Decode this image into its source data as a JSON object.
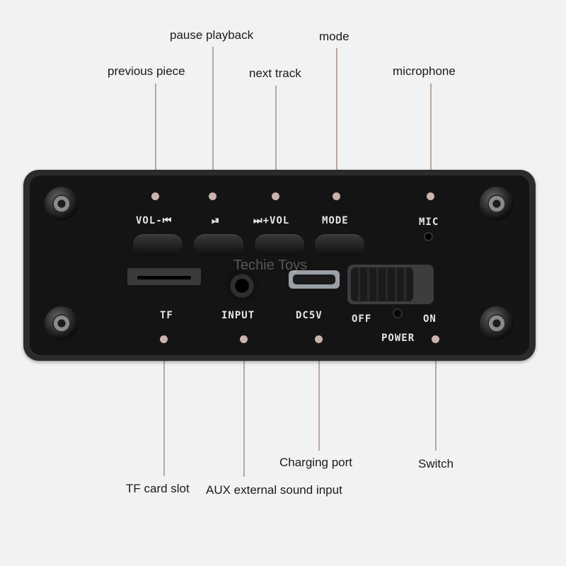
{
  "callouts": {
    "pause_playback": "pause playback",
    "mode": "mode",
    "previous_piece": "previous piece",
    "next_track": "next track",
    "microphone": "microphone",
    "tf_card_slot": "TF card slot",
    "aux_input": "AUX external sound input",
    "charging_port": "Charging port",
    "switch": "Switch"
  },
  "panel_labels": {
    "vol_minus": "VOL-⏮",
    "play_pause": "⏯",
    "vol_plus": "⏭+VOL",
    "mode": "MODE",
    "mic": "MIC",
    "tf": "TF",
    "input": "INPUT",
    "dc5v": "DC5V",
    "off": "OFF",
    "on": "ON",
    "power": "POWER"
  },
  "watermark": "Techie Toys",
  "colors": {
    "background": "#f1f2f4",
    "panel": "#141415",
    "leader": "#b9a7a0"
  }
}
